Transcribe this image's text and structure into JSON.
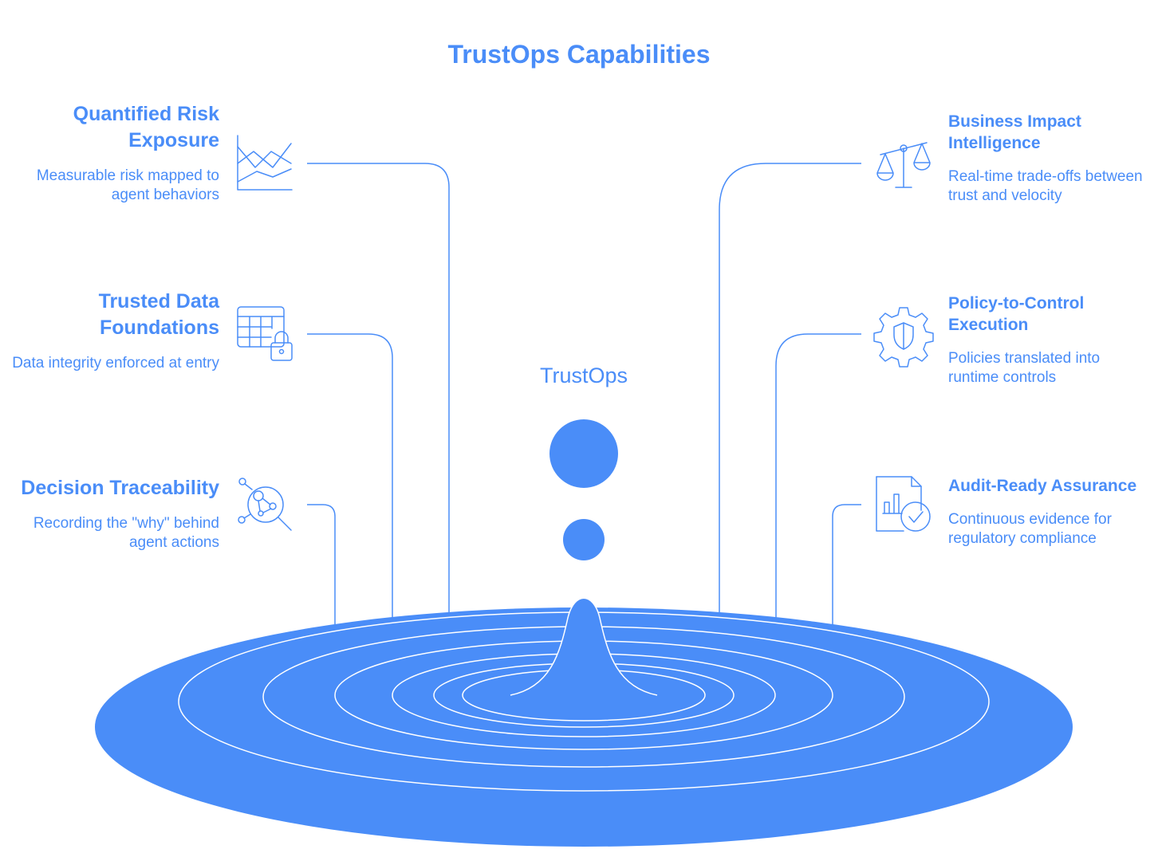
{
  "title": "TrustOps Capabilities",
  "center": {
    "label": "TrustOps"
  },
  "colors": {
    "accent": "#4a8df8",
    "line": "#4a8df8",
    "ripple_fill": "#4a8df8",
    "ripple_ring": "#ffffff"
  },
  "capabilities": [
    {
      "title": "Quantified Risk Exposure",
      "description": "Measurable risk mapped to agent behaviors",
      "icon": "line-chart-icon"
    },
    {
      "title": "Trusted Data Foundations",
      "description": "Data integrity enforced at entry",
      "icon": "table-lock-icon"
    },
    {
      "title": "Decision Traceability",
      "description": "Recording the \"why\" behind agent actions",
      "icon": "network-magnifier-icon"
    },
    {
      "title": "Business Impact Intelligence",
      "description": "Real-time trade-offs between trust and velocity",
      "icon": "balance-scale-icon"
    },
    {
      "title": "Policy-to-Control Execution",
      "description": "Policies translated into runtime controls",
      "icon": "gear-shield-icon"
    },
    {
      "title": "Audit-Ready Assurance",
      "description": "Continuous evidence for regulatory compliance",
      "icon": "report-check-icon"
    }
  ]
}
